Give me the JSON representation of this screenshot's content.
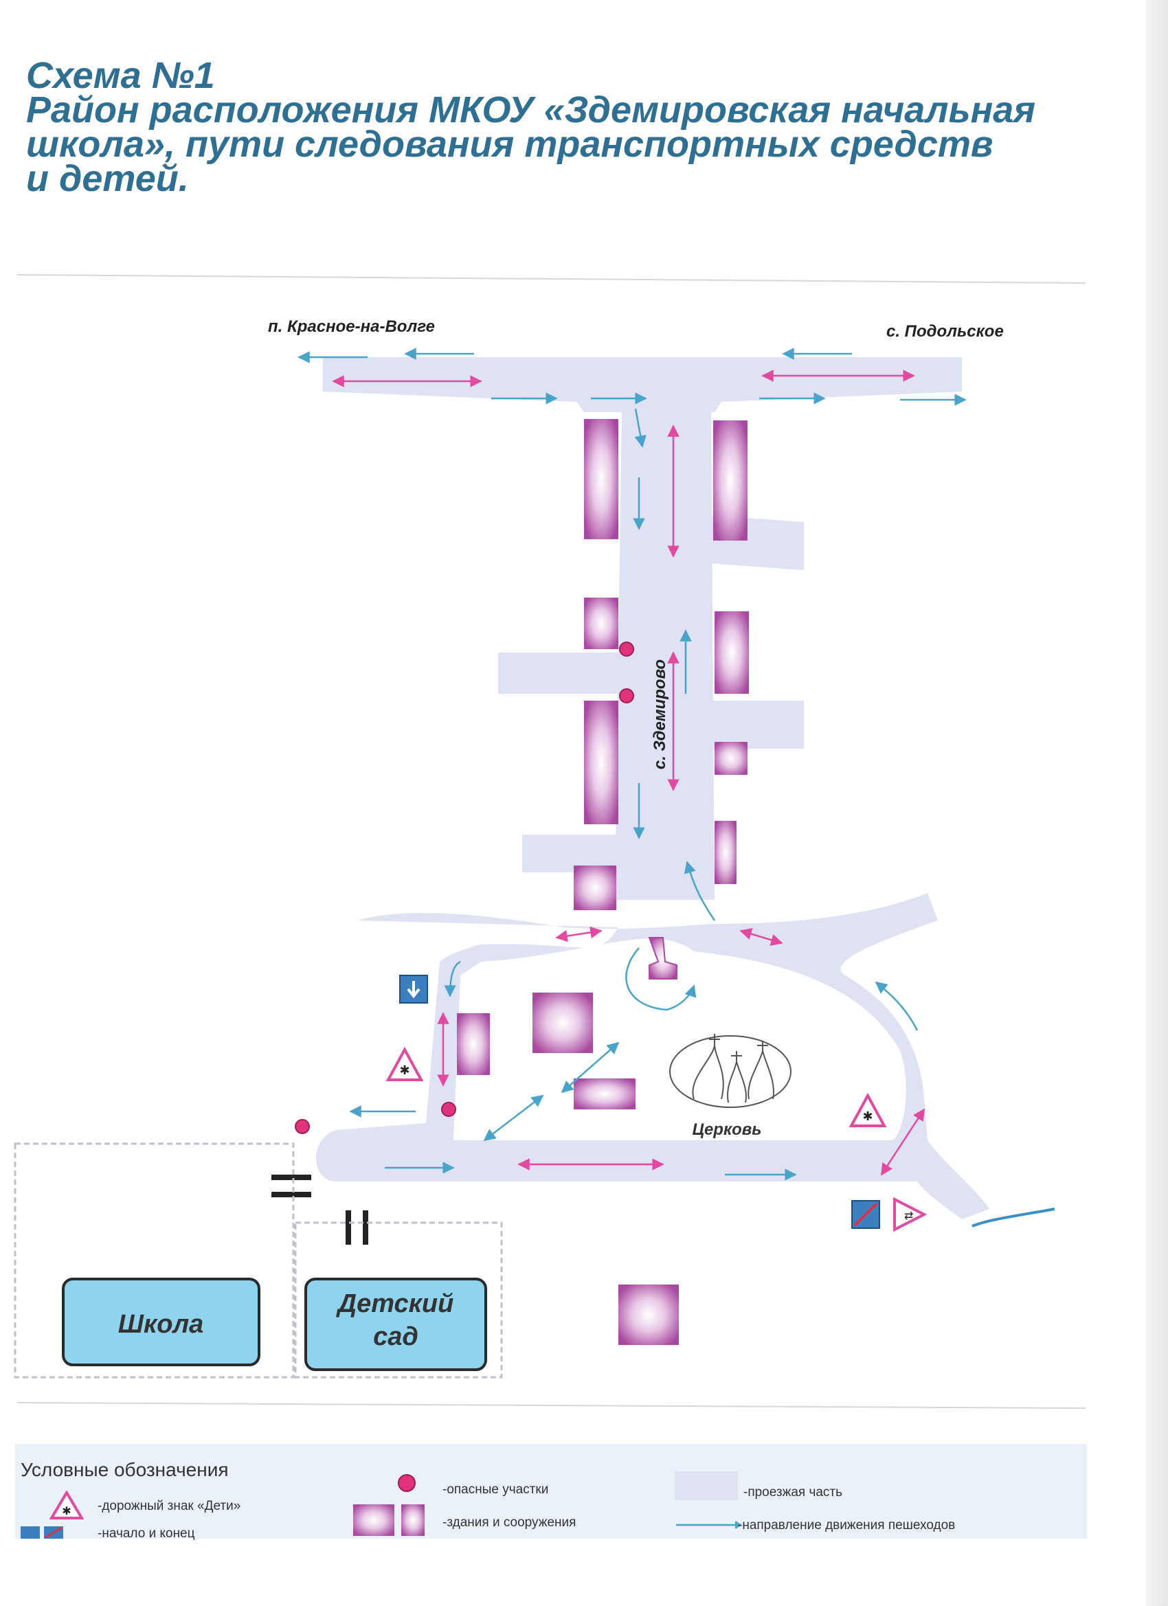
{
  "title": {
    "line1": "Схема №1",
    "line2": "Район расположения МКОУ  «Здемировская начальная",
    "line3": "школа», пути следования транспортных средств",
    "line4": "и детей."
  },
  "places": {
    "left_destination": "п. Красное-на-Волге",
    "right_destination": "с. Подольское",
    "village": "с. Здемирово",
    "church": "Церковь",
    "school": "Школа",
    "kindergarten_line1": "Детский",
    "kindergarten_line2": "сад"
  },
  "legend": {
    "title": "Условные обозначения",
    "children_sign": "-дорожный знак «Дети»",
    "start_end": "-начало и конец",
    "danger_zones": "-опасные участки",
    "buildings": "-здания и сооружения",
    "roadway": "-проезжая часть",
    "pedestrian_direction": "-направление движения пешеходов"
  },
  "colors": {
    "road": "#dfe2f3",
    "building": "#a8499f",
    "pedestrian_arrow": "#4aa3c8",
    "vehicle_arrow": "#e04aa0",
    "danger_dot": "#e0337a",
    "title": "#2f6f92"
  }
}
